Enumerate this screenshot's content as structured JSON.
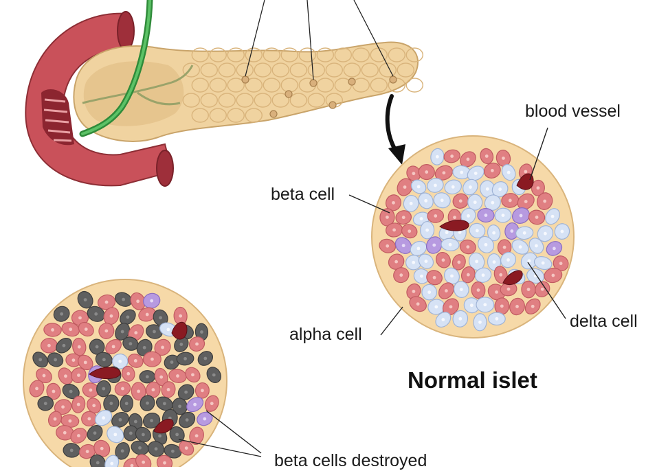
{
  "labels": {
    "blood_vessel": "blood vessel",
    "beta_cell": "beta cell",
    "alpha_cell": "alpha cell",
    "delta_cell": "delta cell",
    "beta_cells_destroyed": "beta cells destroyed"
  },
  "titles": {
    "normal_islet": "Normal islet"
  },
  "colors": {
    "pancreas_fill": "#f0d3a0",
    "pancreas_outline": "#c9a46a",
    "duodenum": "#c9515a",
    "duodenum_dark": "#9e2f3a",
    "duct": "#3ba84a",
    "islet_matrix": "#f6d9a8",
    "alpha_cell": "#e07f82",
    "beta_cell": "#d6e2f5",
    "delta_cell": "#b79ae0",
    "destroyed_cell": "#5f5f5f",
    "blood_vessel": "#8a1a22"
  }
}
